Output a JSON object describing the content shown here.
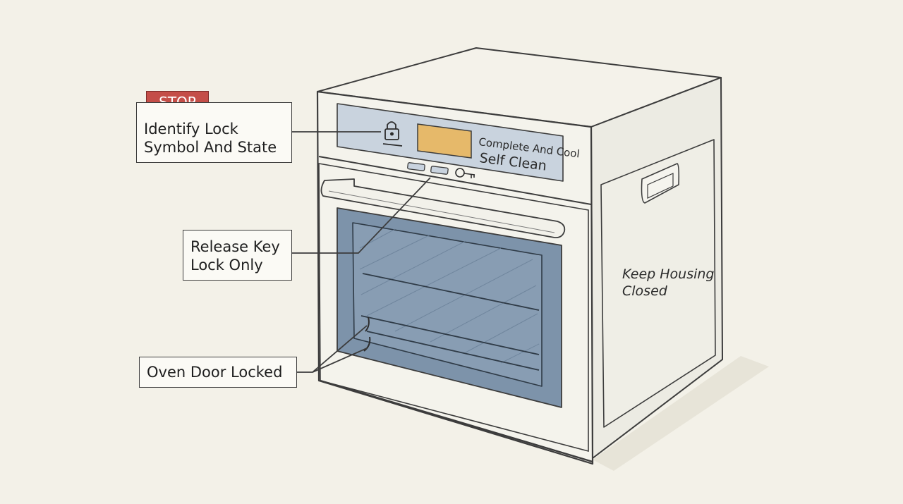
{
  "callouts": {
    "stop_badge": "STOP",
    "lock_symbol": [
      "Identify Lock",
      "Symbol And State"
    ],
    "release_key": [
      "Release Key",
      "Lock Only"
    ],
    "door_locked": "Oven Door Locked"
  },
  "oven": {
    "display_line1": "Complete And Cool",
    "display_line2": "Self Clean",
    "side_panel_note": [
      "Keep Housing",
      "Closed"
    ]
  },
  "colors": {
    "background": "#f3f1e8",
    "stop_badge": "#c44e48",
    "display_screen": "#e6b96a",
    "glass": "#7d93aa",
    "panel": "#c9d3de",
    "outline": "#3c3c3c"
  }
}
